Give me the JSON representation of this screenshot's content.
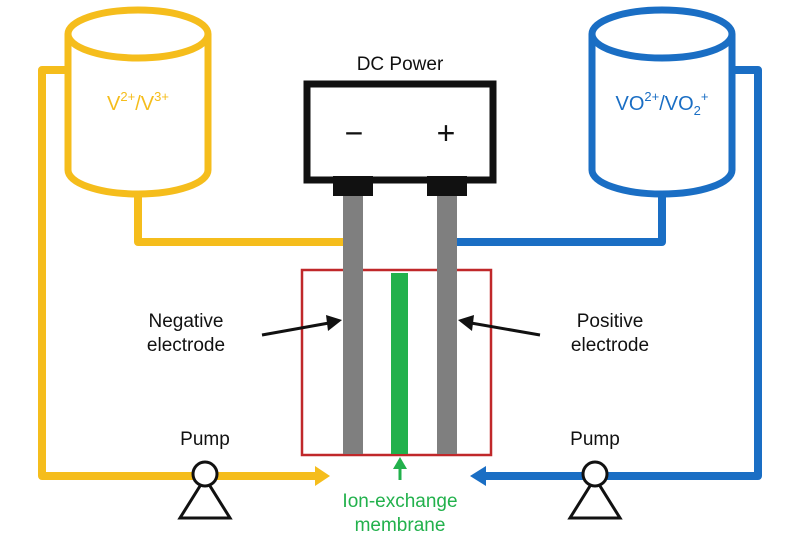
{
  "power": {
    "title": "DC Power",
    "negative_sign": "−",
    "positive_sign": "+"
  },
  "tanks": {
    "left": {
      "base": "V",
      "sup1": "2+",
      "mid": "/V",
      "sup2": "3+"
    },
    "right": {
      "base": "VO",
      "sup1": "2+",
      "mid": "/VO",
      "sub": "2",
      "sup2": "+"
    }
  },
  "labels": {
    "negative_electrode": [
      "Negative",
      "electrode"
    ],
    "positive_electrode": [
      "Positive",
      "electrode"
    ],
    "pump_left": "Pump",
    "pump_right": "Pump",
    "membrane": [
      "Ion-exchange",
      "membrane"
    ]
  },
  "colors": {
    "left_loop": "#F5BD1C",
    "right_loop": "#1A6EC4",
    "cell_border": "#C0282A",
    "electrode": "#7F7F7F",
    "membrane": "#22B14C",
    "power_box": "#111111"
  }
}
